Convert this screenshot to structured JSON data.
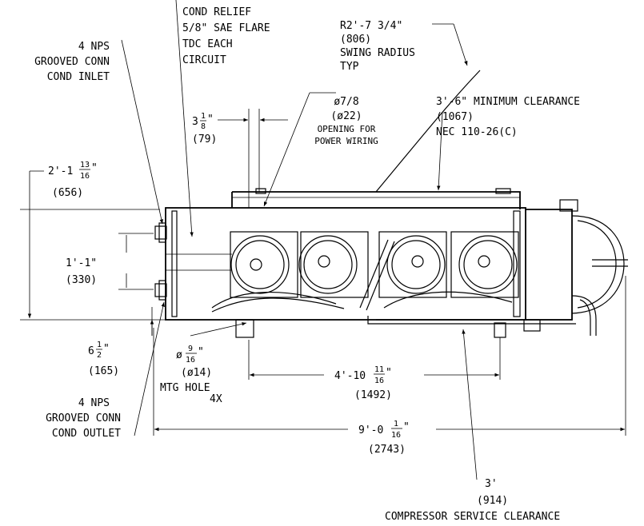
{
  "annotations": {
    "cond_relief": [
      "COND RELIEF",
      "5/8\" SAE FLARE",
      "TDC EACH",
      "CIRCUIT"
    ],
    "cond_inlet": [
      "4 NPS",
      "GROOVED CONN",
      "COND INLET"
    ],
    "cond_outlet": [
      "4 NPS",
      "GROOVED CONN",
      "COND OUTLET"
    ],
    "swing_radius": [
      "R2'-7 3/4\"",
      "(806)",
      "SWING RADIUS",
      "TYP"
    ],
    "power_opening": [
      "ø7/8",
      "(ø22)",
      "OPENING FOR",
      "POWER WIRING"
    ],
    "min_clearance": [
      "3'-6\" MINIMUM CLEARANCE",
      "(1067)",
      "NEC 110-26(C)"
    ],
    "mtg_hole": [
      "(ø14)",
      "MTG HOLE",
      "4X"
    ],
    "compressor_clearance": [
      "3'",
      "(914)",
      "COMPRESSOR SERVICE CLEARANCE"
    ]
  },
  "dimensions": {
    "d_3_1_8": {
      "whole": "3",
      "num": "1",
      "den": "8",
      "suffix": "\"",
      "mm": "(79)"
    },
    "d_height": {
      "lead": "2'-1",
      "num": "13",
      "den": "16",
      "suffix": "\"",
      "mm": "(656)"
    },
    "d_1_1": {
      "text": "1'-1\"",
      "mm": "(330)"
    },
    "d_6_1_2": {
      "whole": "6",
      "num": "1",
      "den": "2",
      "suffix": "\"",
      "mm": "(165)"
    },
    "d_hole": {
      "lead": "ø",
      "num": "9",
      "den": "16",
      "suffix": "\""
    },
    "d_4_10": {
      "lead": "4'-10",
      "num": "11",
      "den": "16",
      "suffix": "\"",
      "mm": "(1492)"
    },
    "d_9_0": {
      "lead": "9'-0",
      "num": "1",
      "den": "16",
      "suffix": "\"",
      "mm": "(2743)"
    }
  }
}
